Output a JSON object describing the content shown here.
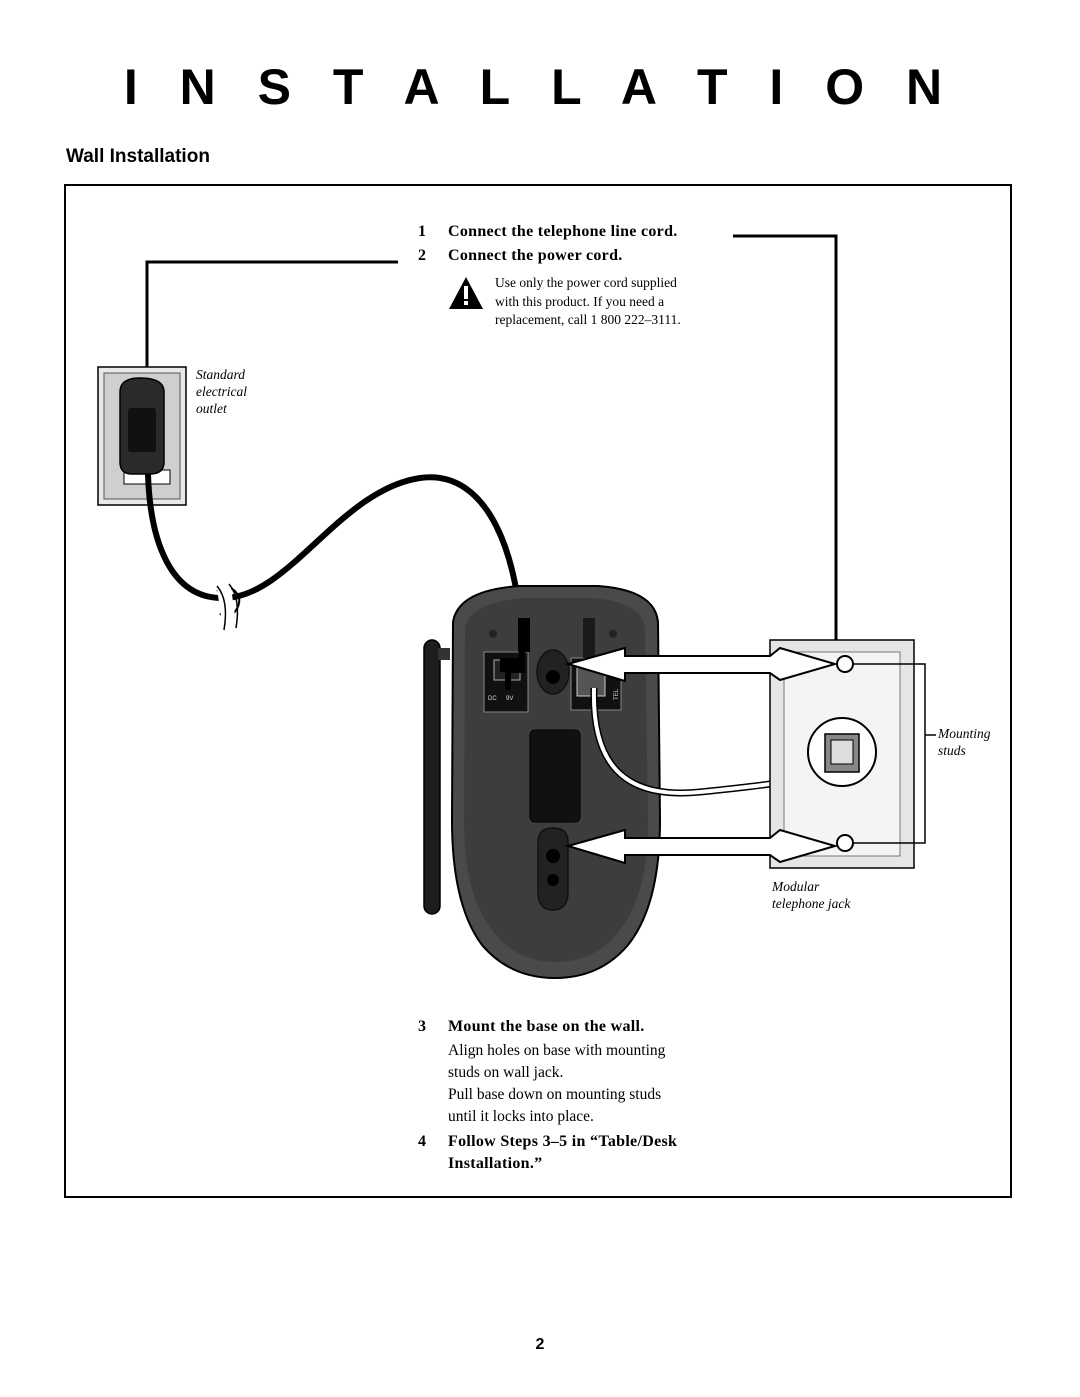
{
  "page": {
    "title": "I N S T A L L A T I O N",
    "subtitle": "Wall Installation",
    "page_number": "2"
  },
  "steps": [
    {
      "num": "1",
      "label": "Connect the telephone line cord."
    },
    {
      "num": "2",
      "label": "Connect the power cord."
    },
    {
      "num": "3",
      "label": "Mount the base on the wall."
    },
    {
      "num": "4",
      "label_line1": "Follow Steps 3–5 in “Table/Desk",
      "label_line2": "Installation.”"
    }
  ],
  "warning": {
    "icon": "warning-triangle-icon",
    "lines": [
      "Use only the power cord supplied",
      "with this product.  If you need a",
      "replacement, call 1 800 222–3111."
    ]
  },
  "step3_text": [
    "Align holes on base with mounting",
    "studs on wall jack.",
    "Pull base down on mounting studs",
    "until it locks into place."
  ],
  "captions": {
    "outlet": [
      "Standard",
      "electrical",
      "outlet"
    ],
    "studs": [
      "Mounting",
      "studs"
    ],
    "jack": [
      "Modular",
      "telephone jack"
    ]
  },
  "base_labels": {
    "dc": "DC",
    "volt": "9V",
    "tel": "TEL"
  }
}
